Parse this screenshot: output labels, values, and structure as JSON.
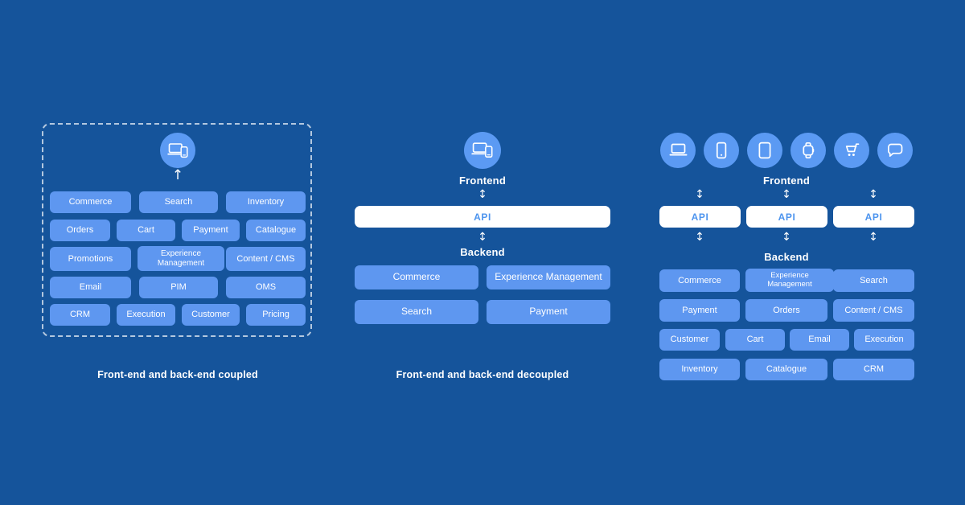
{
  "colors": {
    "background": "#15549B",
    "pill_blue": "#5E97F0",
    "circle_blue": "#5B9AF3",
    "api_text_blue": "#4D94EE",
    "text_white": "#FFFFFF"
  },
  "panels": {
    "coupled": {
      "caption": "Front-end and back-end coupled",
      "device_icon": "devices",
      "arrow": "↑",
      "rows": [
        [
          "Commerce",
          "Search",
          "Inventory"
        ],
        [
          "Orders",
          "Cart",
          "Payment",
          "Catalogue"
        ],
        [
          "Promotions",
          "Experience Management",
          "Content / CMS"
        ],
        [
          "Email",
          "PIM",
          "OMS"
        ],
        [
          "CRM",
          "Execution",
          "Customer",
          "Pricing"
        ]
      ]
    },
    "decoupled": {
      "caption": "Front-end and back-end decoupled",
      "device_icon": "devices",
      "frontend_label": "Frontend",
      "backend_label": "Backend",
      "api_label": "API",
      "arrow": "↕",
      "rows": [
        [
          "Commerce",
          "Experience Management"
        ],
        [
          "Search",
          "Payment"
        ]
      ]
    },
    "headless": {
      "frontend_label": "Frontend",
      "backend_label": "Backend",
      "api_labels": [
        "API",
        "API",
        "API"
      ],
      "arrow": "↕",
      "icons": [
        "laptop",
        "smartphone",
        "tablet",
        "smartwatch",
        "shopping-cart",
        "chat-bubble"
      ],
      "rows": [
        [
          "Commerce",
          "Experience Management",
          "Search"
        ],
        [
          "Payment",
          "Orders",
          "Content / CMS"
        ],
        [
          "Customer",
          "Cart",
          "Email",
          "Execution"
        ],
        [
          "Inventory",
          "Catalogue",
          "CRM"
        ]
      ]
    }
  }
}
